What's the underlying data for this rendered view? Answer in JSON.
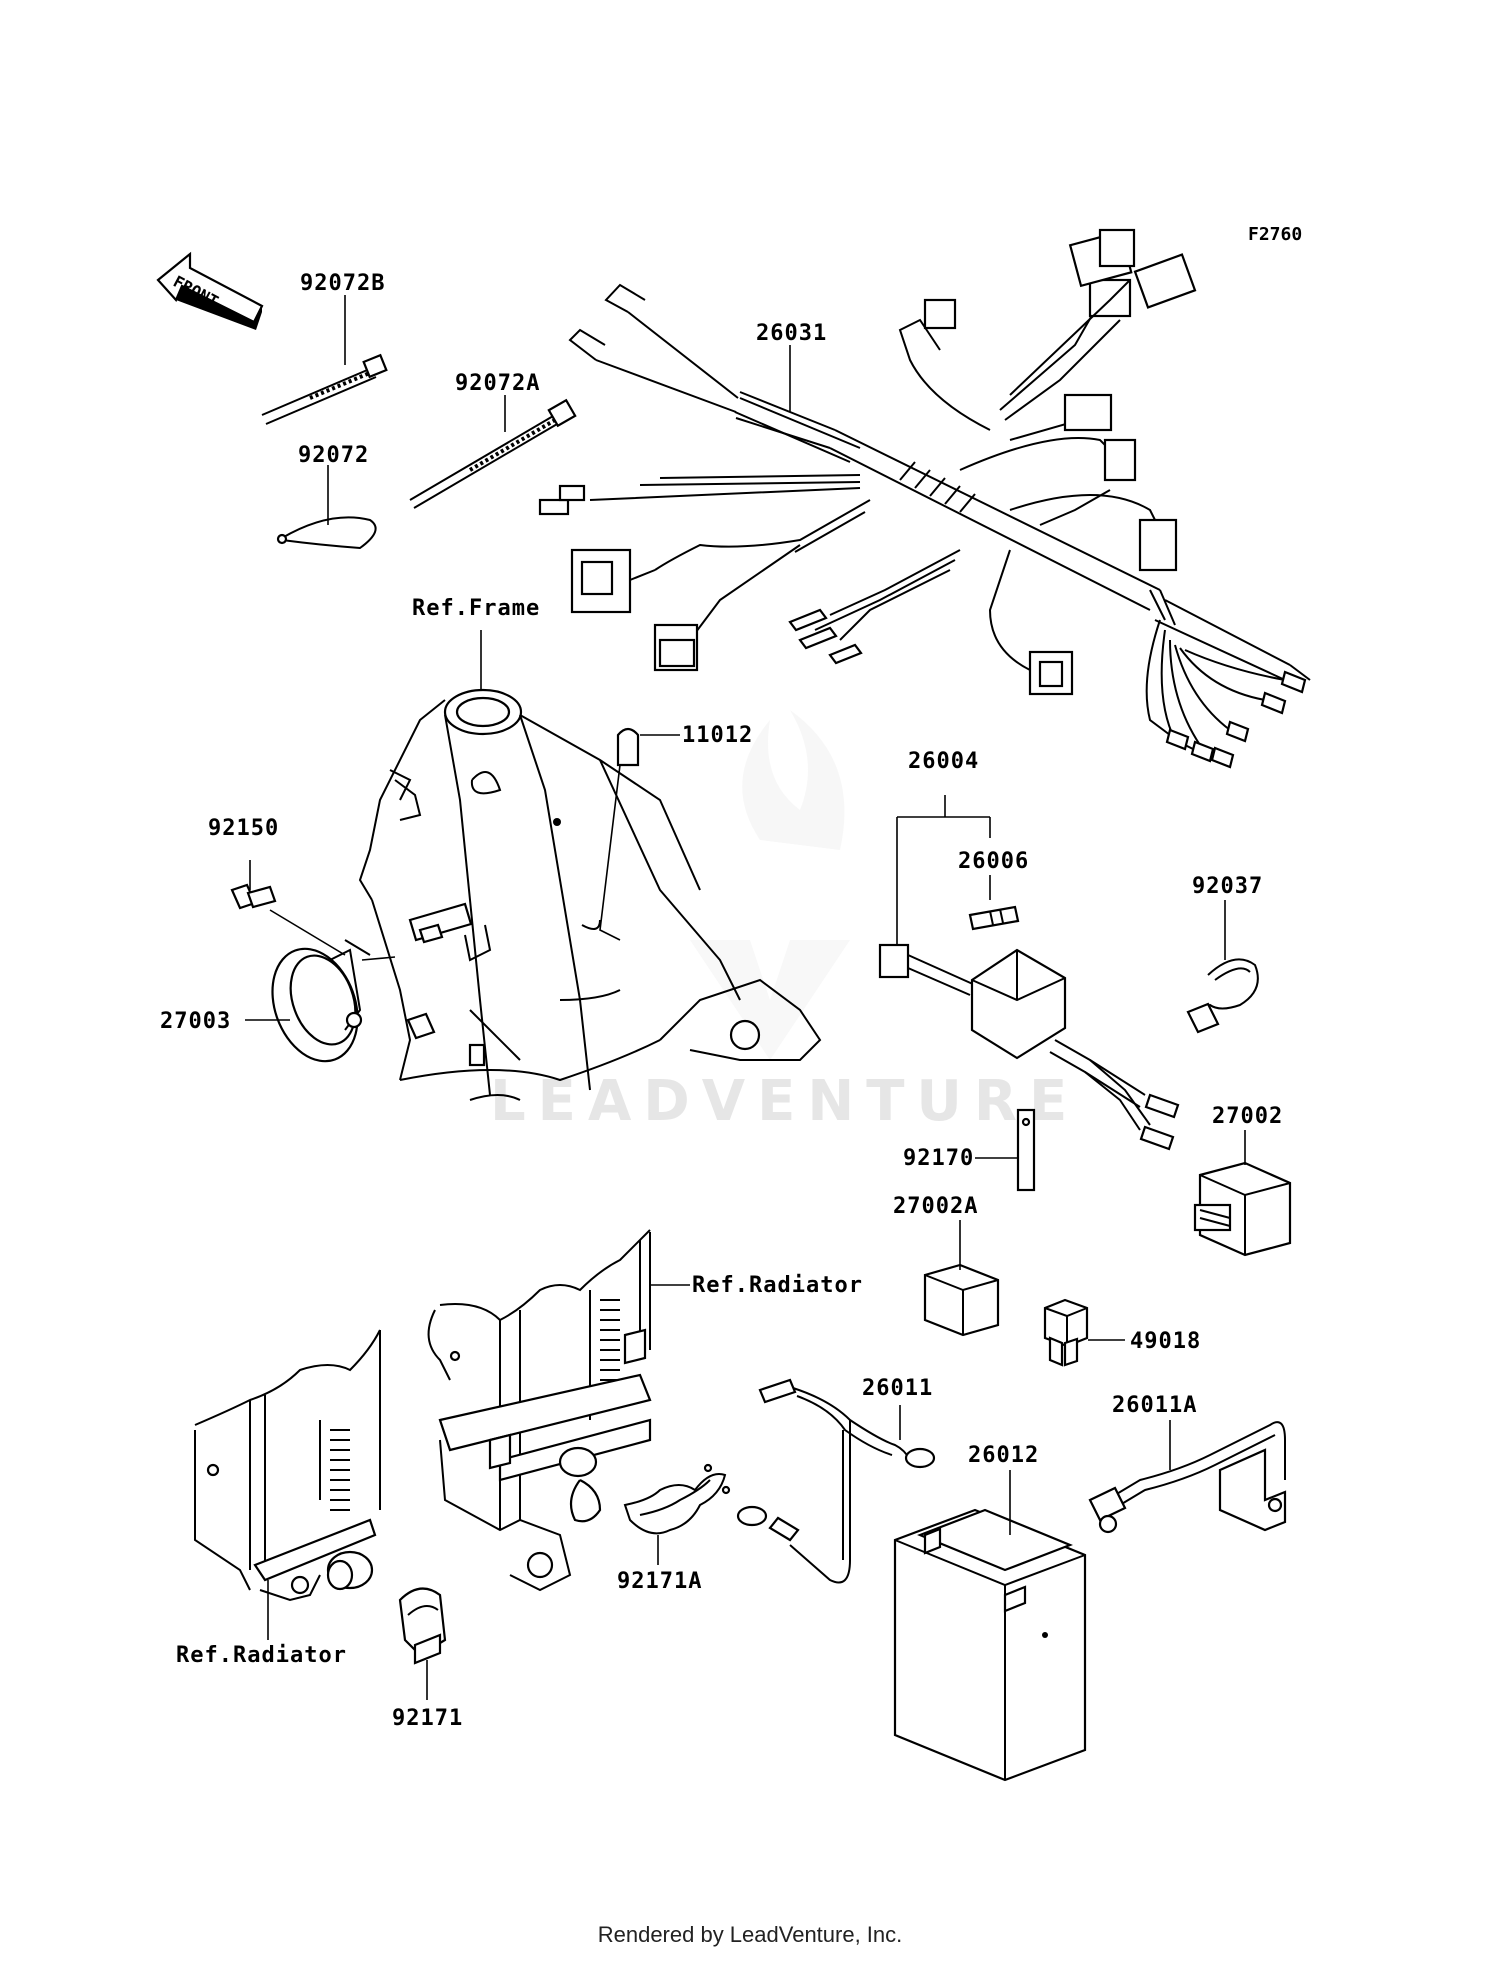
{
  "diagram_code": "F2760",
  "front_arrow_label": "FRONT",
  "watermark": "LEADVENTURE",
  "footer": "Rendered by LeadVenture, Inc.",
  "labels": {
    "p92072B": "92072B",
    "p92072A": "92072A",
    "p92072": "92072",
    "p26031": "26031",
    "ref_frame": "Ref.Frame",
    "p11012": "11012",
    "p26004": "26004",
    "p26006": "26006",
    "p92037": "92037",
    "p92150": "92150",
    "p27003": "27003",
    "p27002": "27002",
    "p92170": "92170",
    "p27002A": "27002A",
    "ref_radiator_top": "Ref.Radiator",
    "p49018": "49018",
    "p26011": "26011",
    "p26011A": "26011A",
    "p26012": "26012",
    "p92171A": "92171A",
    "ref_radiator_bottom": "Ref.Radiator",
    "p92171": "92171"
  }
}
